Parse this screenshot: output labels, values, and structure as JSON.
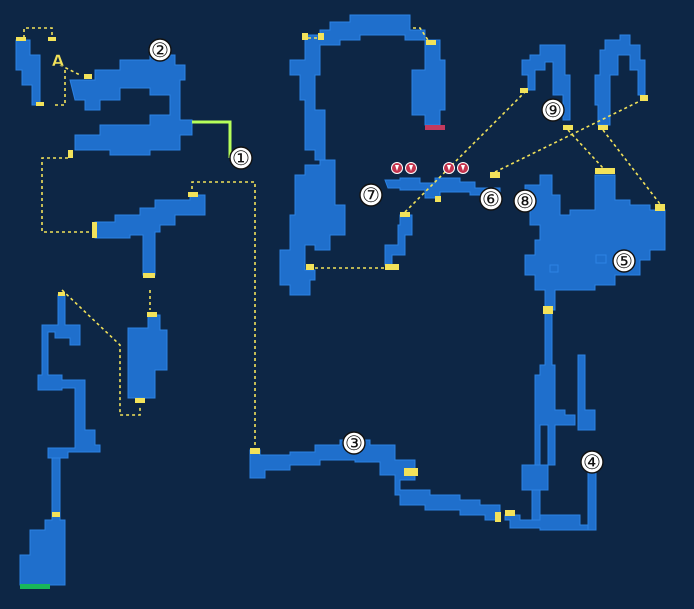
{
  "colors": {
    "background": "#0d2645",
    "room": "#1f6fcc",
    "room_edge": "#2c83e4",
    "door": "#f2e25a",
    "entrance": "#19b75a",
    "exit_red": "#c23a5e",
    "path": "#f2e25a",
    "green_link": "#b6ff5a",
    "marker_fill": "#ffffff",
    "marker_text": "#111111",
    "enemy_icon": "#c4334d"
  },
  "markers": [
    {
      "id": "1",
      "label": "①"
    },
    {
      "id": "2",
      "label": "②"
    },
    {
      "id": "3",
      "label": "③"
    },
    {
      "id": "4",
      "label": "④"
    },
    {
      "id": "5",
      "label": "⑤"
    },
    {
      "id": "6",
      "label": "⑥"
    },
    {
      "id": "7",
      "label": "⑦"
    },
    {
      "id": "8",
      "label": "⑧"
    },
    {
      "id": "9",
      "label": "⑨"
    }
  ],
  "letter_markers": [
    {
      "id": "A",
      "label": "A"
    }
  ],
  "icons": {
    "enemy": "enemy-icon"
  }
}
